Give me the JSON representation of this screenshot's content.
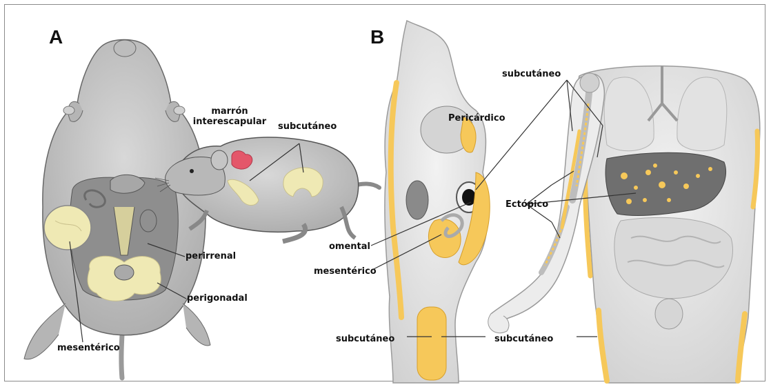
{
  "panels": {
    "a": {
      "letter": "A"
    },
    "b": {
      "letter": "B"
    }
  },
  "labels": {
    "a_brown_1": "marrón",
    "a_brown_2": "interescapular",
    "a_subcutaneous": "subcutáneo",
    "a_perirenal": "perirrenal",
    "a_perigonadal": "perigonadal",
    "a_mesenteric": "mesentérico",
    "b_subcutaneous_top": "subcutáneo",
    "b_pericardial": "Pericárdico",
    "b_ectopic": "Ectópico",
    "b_omental": "omental",
    "b_mesenteric": "mesentérico",
    "b_subcutaneous_left": "subcutáneo",
    "b_subcutaneous_right": "subcutáneo"
  },
  "colors": {
    "body_gray": "#c9c9c9",
    "outline_gray": "#555555",
    "fat_yellow": "#f6c85a",
    "pale_fat": "#efe9b4",
    "brown_fat": "#e4576a",
    "skin": "#e6e6e6"
  }
}
